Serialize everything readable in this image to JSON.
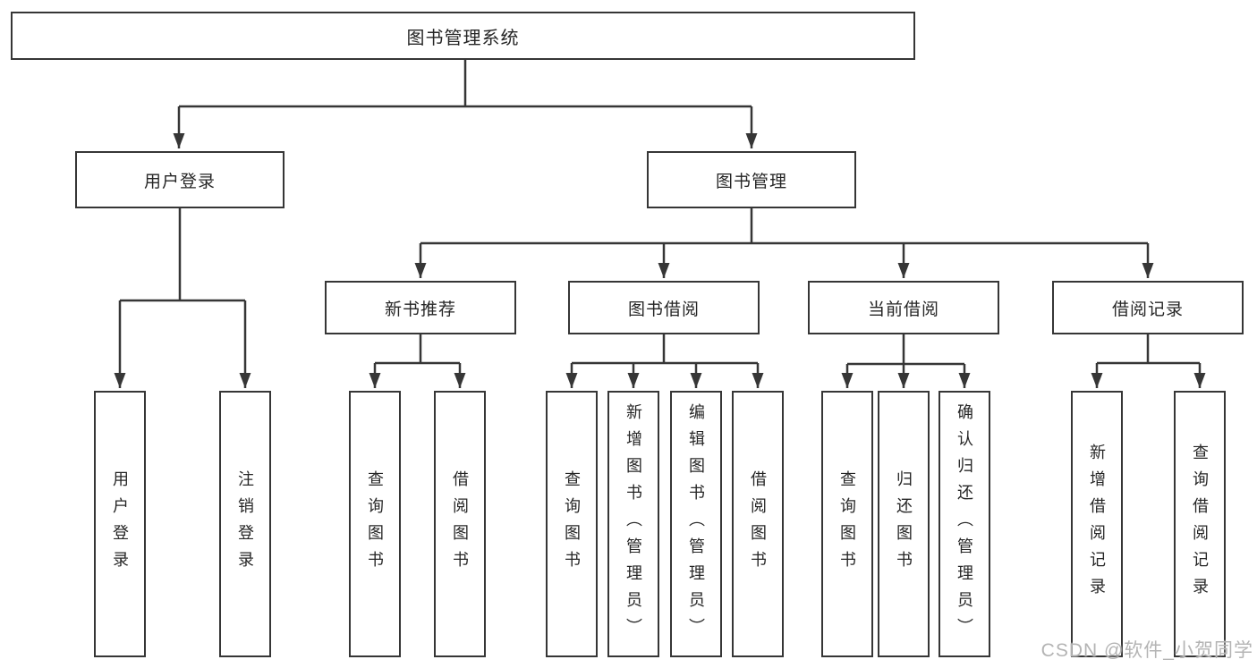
{
  "theme": {
    "bg": "#ffffff",
    "line_color": "#363636",
    "box_border": "#363636",
    "box_fill": "#ffffff",
    "text_color": "#262626",
    "watermark_color": "#b4b4b4"
  },
  "watermark": {
    "text": "CSDN @软件_小贺同学"
  },
  "tree": {
    "root": {
      "label": "图书管理系统",
      "children": [
        {
          "label": "用户登录",
          "children": [
            {
              "label": "用户登录"
            },
            {
              "label": "注销登录"
            }
          ]
        },
        {
          "label": "图书管理",
          "children": [
            {
              "label": "新书推荐",
              "children": [
                {
                  "label": "查询图书"
                },
                {
                  "label": "借阅图书"
                }
              ]
            },
            {
              "label": "图书借阅",
              "children": [
                {
                  "label": "查询图书"
                },
                {
                  "label": "新增图书（管理员）"
                },
                {
                  "label": "编辑图书（管理员）"
                },
                {
                  "label": "借阅图书"
                }
              ]
            },
            {
              "label": "当前借阅",
              "children": [
                {
                  "label": "查询图书"
                },
                {
                  "label": "归还图书"
                },
                {
                  "label": "确认归还（管理员）"
                }
              ]
            },
            {
              "label": "借阅记录",
              "children": [
                {
                  "label": "新增借阅记录"
                },
                {
                  "label": "查询借阅记录"
                }
              ]
            }
          ]
        }
      ]
    }
  }
}
